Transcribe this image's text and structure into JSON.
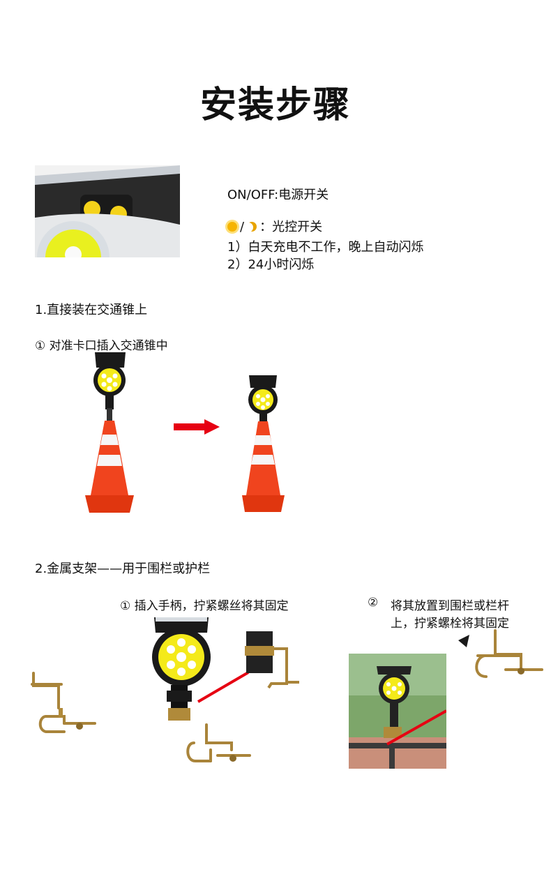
{
  "title": "安装步骤",
  "switches": {
    "onoff": "ON/OFF:电源开关",
    "light_label": "光控开关",
    "light_sep": "/",
    "light_colon": "：",
    "mode1": "1）白天充电不工作，晚上自动闪烁",
    "mode2": "2）24小时闪烁"
  },
  "section1": {
    "heading": "1.直接装在交通锥上",
    "step1": "① 对准卡口插入交通锥中"
  },
  "section2": {
    "heading": "2.金属支架——用于围栏或护栏",
    "step1": "① 插入手柄，拧紧螺丝将其固定",
    "step2_num": "②",
    "step2_line1": "将其放置到围栏或栏杆",
    "step2_line2": "上，拧紧螺栓将其固定"
  },
  "colors": {
    "cone": "#f0441e",
    "arrow": "#e60012",
    "lamp": "#f4ea1a",
    "bracket": "#b08a3a"
  },
  "icons": {
    "sun": "sun-icon",
    "moon": "moon-icon"
  }
}
